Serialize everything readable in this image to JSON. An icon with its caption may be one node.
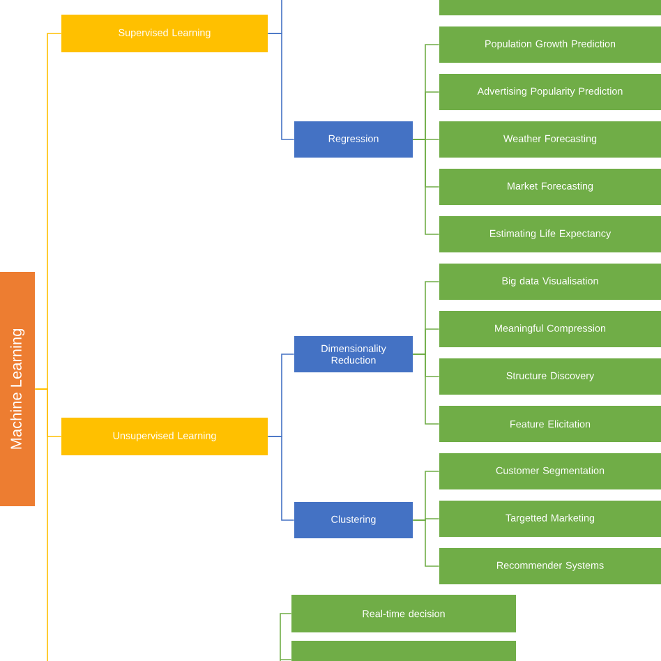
{
  "diagram": {
    "nodes": [
      {
        "text": [
          "Machine Learning"
        ]
      },
      {
        "text": [
          "Supervised Learning"
        ]
      },
      {
        "text": [],
        "shape": "box"
      },
      {
        "text": [
          "Regression"
        ]
      },
      {
        "text": [
          "Population Growth Prediction"
        ]
      },
      {
        "text": [
          "Advertising Popularity Prediction"
        ]
      },
      {
        "text": [
          "Weather Forecasting"
        ]
      },
      {
        "text": [
          "Market Forecasting"
        ]
      },
      {
        "text": [
          "Estimating Life Expectancy"
        ]
      },
      {
        "text": [
          "Unsupervised Learning"
        ]
      },
      {
        "text": [
          "Dimensionality Reduction"
        ]
      },
      {
        "text": [
          "Big data Visualisation"
        ]
      },
      {
        "text": [
          "Meaningful Compression"
        ]
      },
      {
        "text": [
          "Structure Discovery"
        ]
      },
      {
        "text": [
          "Feature Elicitation"
        ]
      },
      {
        "text": [
          "Clustering"
        ]
      },
      {
        "text": [
          "Customer Segmentation"
        ]
      },
      {
        "text": [
          "Targetted Marketing"
        ]
      },
      {
        "text": [
          "Recommender Systems"
        ]
      },
      {
        "text": [
          "Real-time decision"
        ]
      },
      {
        "text": [],
        "shape": "box"
      }
    ],
    "edges": [
      {
        "from": 0,
        "to": 1,
        "arrow": "none",
        "color": "#ffc000"
      },
      {
        "from": 0,
        "to": 9,
        "arrow": "none",
        "color": "#ffc000"
      },
      {
        "from": 0,
        "to": null,
        "arrow": "none",
        "color": "#ffc000"
      },
      {
        "from": 1,
        "to": null,
        "arrow": "none",
        "color": "#4472c4"
      },
      {
        "from": 1,
        "to": 3,
        "arrow": "none",
        "color": "#4472c4"
      },
      {
        "from": 3,
        "to": 4,
        "arrow": "none"
      },
      {
        "from": 3,
        "to": 5,
        "arrow": "none"
      },
      {
        "from": 3,
        "to": 6,
        "arrow": "none"
      },
      {
        "from": 3,
        "to": 7,
        "arrow": "none"
      },
      {
        "from": 3,
        "to": 8,
        "arrow": "none"
      },
      {
        "from": 9,
        "to": 10,
        "arrow": "none",
        "color": "#4472c4"
      },
      {
        "from": 9,
        "to": 15,
        "arrow": "none",
        "color": "#4472c4"
      },
      {
        "from": 10,
        "to": 11,
        "arrow": "none"
      },
      {
        "from": 10,
        "to": 12,
        "arrow": "none"
      },
      {
        "from": 10,
        "to": 13,
        "arrow": "none"
      },
      {
        "from": 10,
        "to": 14,
        "arrow": "none"
      },
      {
        "from": 15,
        "to": 16,
        "arrow": "none"
      },
      {
        "from": 15,
        "to": 17,
        "arrow": "none"
      },
      {
        "from": 15,
        "to": 18,
        "arrow": "none"
      },
      {
        "from": 19,
        "to": 20,
        "arrow": "none"
      }
    ]
  }
}
